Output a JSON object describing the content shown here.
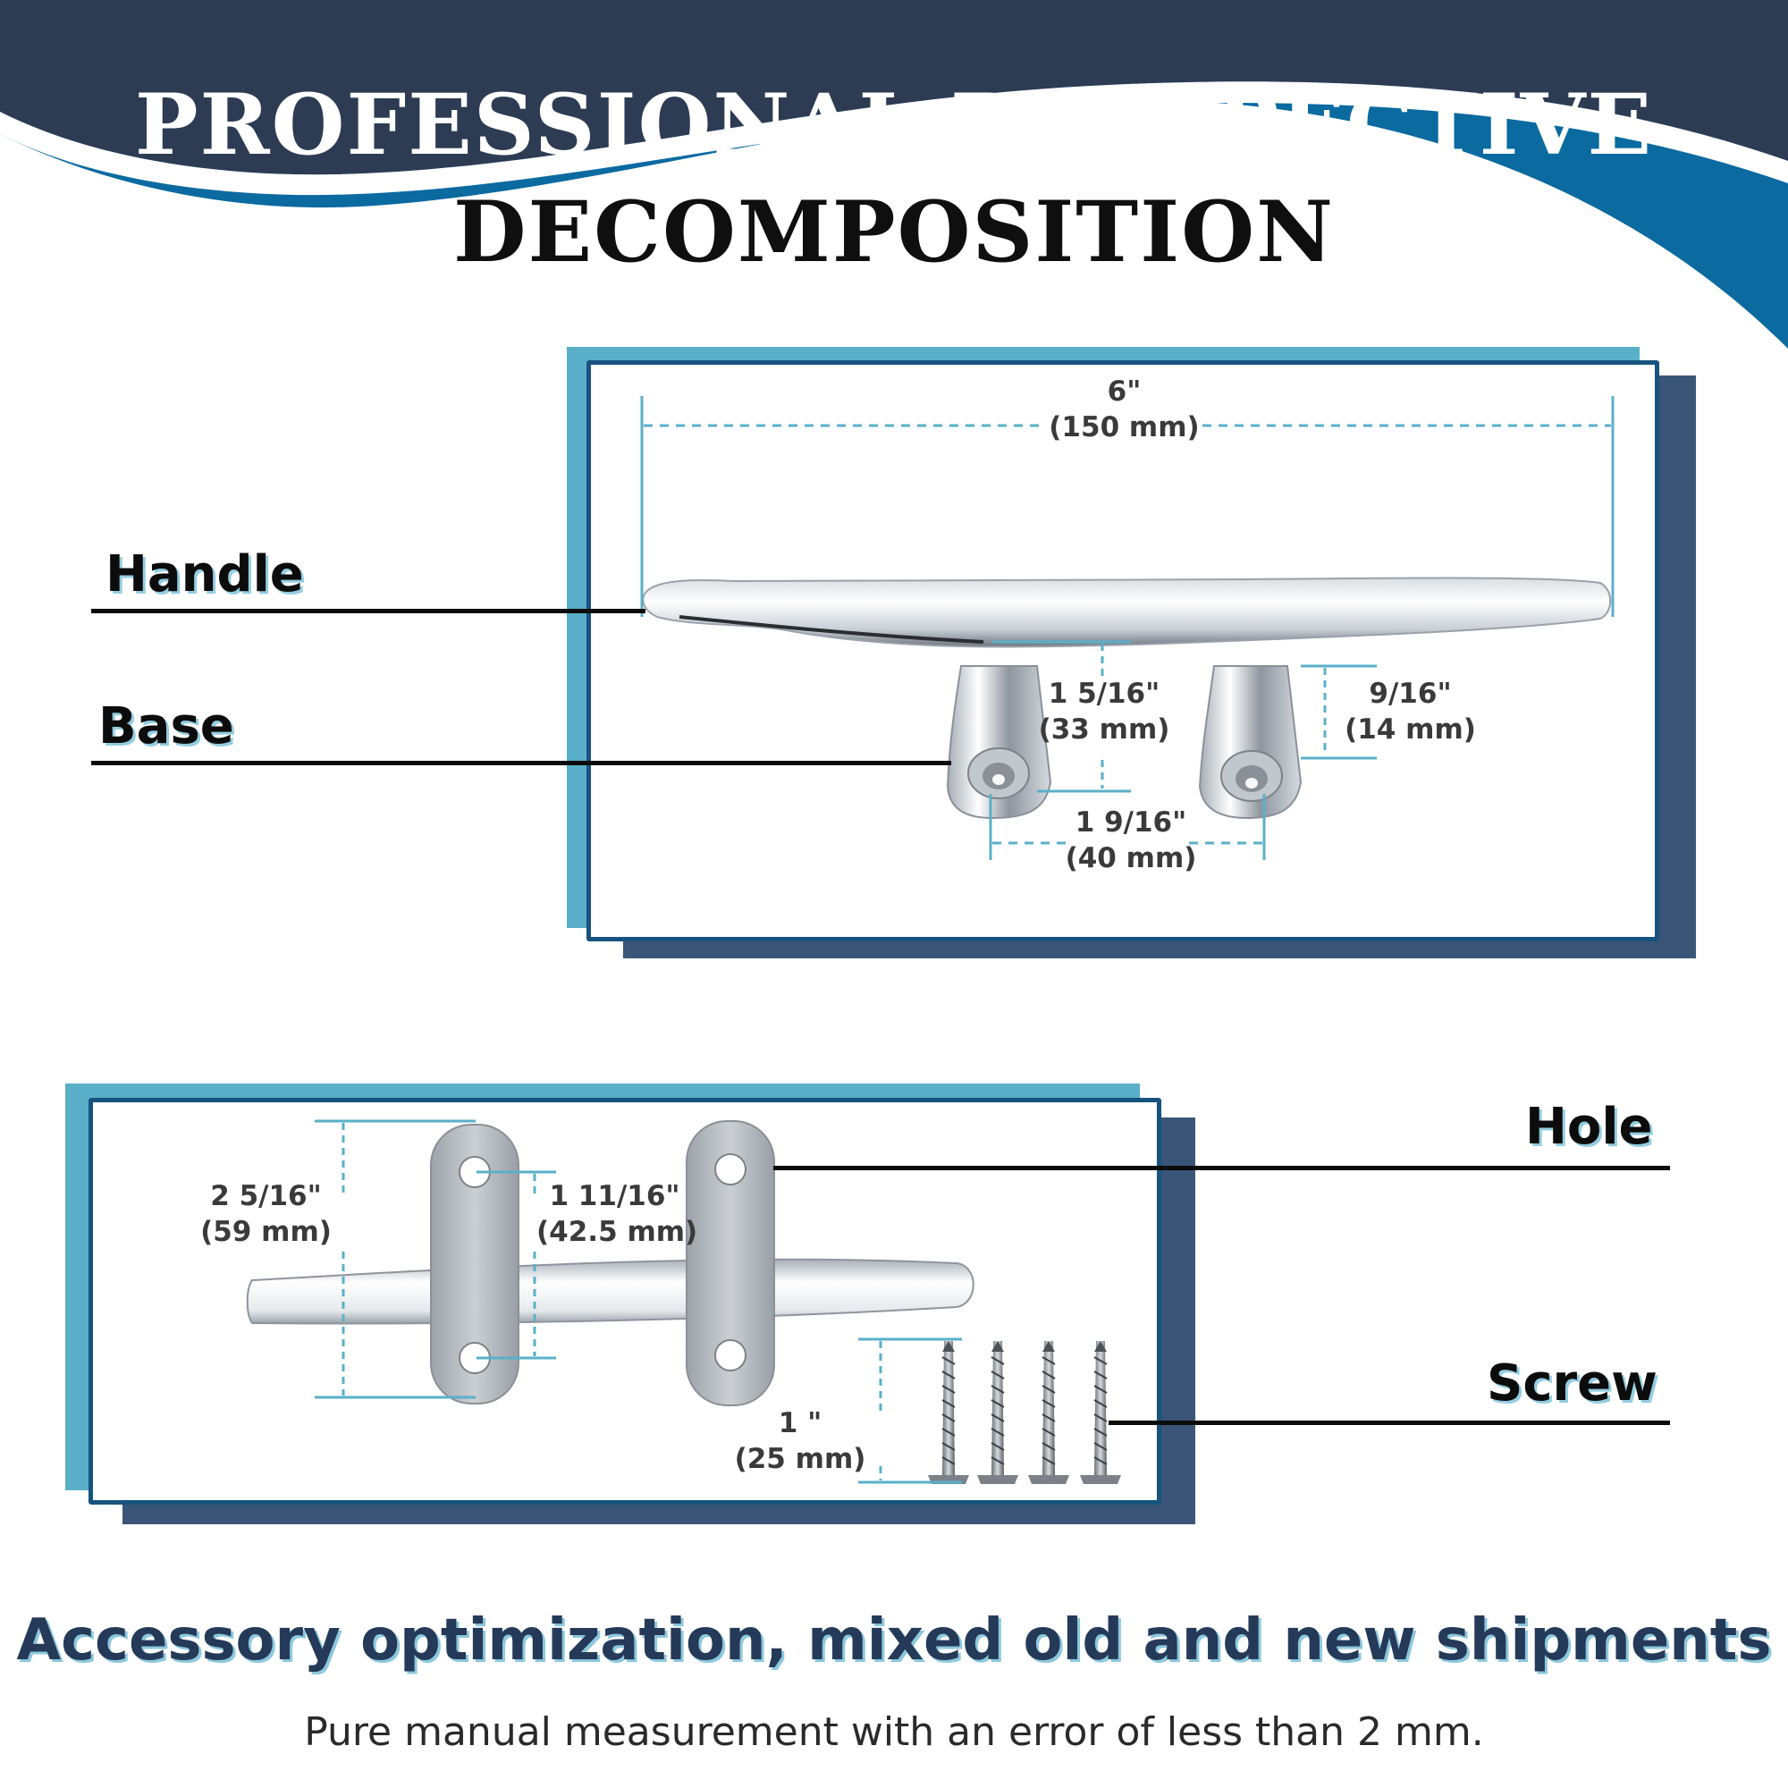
{
  "header": {
    "title_line1": "PROFESSIONAL PERSPECTIVE",
    "title_line2": "DECOMPOSITION"
  },
  "colors": {
    "navy": "#2d3b53",
    "blue_wave": "#0b6aa0",
    "accent": "#5aafc8",
    "shadow": "#3a5578",
    "dimension_line": "#5ab0c8"
  },
  "side_view": {
    "overall_length": {
      "imperial": "6\"",
      "metric": "(150 mm)"
    },
    "base_height": {
      "imperial": "1 5/16\"",
      "metric": "(33 mm)"
    },
    "foot_height": {
      "imperial": "9/16\"",
      "metric": "(14 mm)"
    },
    "hole_spacing": {
      "imperial": "1 9/16\"",
      "metric": "(40 mm)"
    },
    "labels": {
      "handle": "Handle",
      "base": "Base"
    }
  },
  "top_view": {
    "plate_length": {
      "imperial": "2 5/16\"",
      "metric": "(59 mm)"
    },
    "hole_distance": {
      "imperial": "1 11/16\"",
      "metric": "(42.5 mm)"
    },
    "screw_length": {
      "imperial": "1 \"",
      "metric": "(25 mm)"
    },
    "screw_count": 4,
    "labels": {
      "hole": "Hole",
      "screw": "Screw"
    }
  },
  "footer": {
    "headline": "Accessory optimization, mixed old and new shipments",
    "note": "Pure manual measurement with an error of less than 2 mm."
  }
}
